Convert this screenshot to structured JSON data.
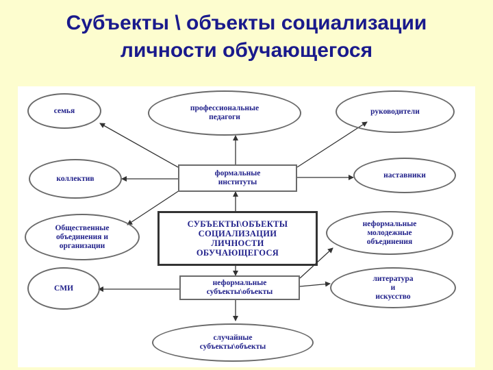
{
  "title": {
    "line1": "Субъекты \\ объекты социализации",
    "line2": "личности обучающегося"
  },
  "nodes": {
    "family": "семья",
    "prof_teachers": "профессиональные\nпедагоги",
    "leaders": "руководители",
    "collective": "коллектив",
    "formal": "формальные\nинституты",
    "mentors": "наставники",
    "public_orgs": "Общественные\nобъединения и\nорганизации",
    "center": "СУБЪЕКТЫ\\ОБЪЕКТЫ\nСОЦИАЛИЗАЦИИ\nЛИЧНОСТИ\nОБУЧАЮЩЕГОСЯ",
    "informal_youth": "неформальные\nмолодежные\nобъединения",
    "media": "СМИ",
    "informal": "неформальные\nсубъекты\\объекты",
    "literature": "литература\nи\nискусство",
    "random": "случайные\nсубъекты\\объекты"
  },
  "colors": {
    "background": "#fdfdcf",
    "title": "#1a1a8c",
    "node_text": "#20208a",
    "border": "#6a6a6a"
  }
}
